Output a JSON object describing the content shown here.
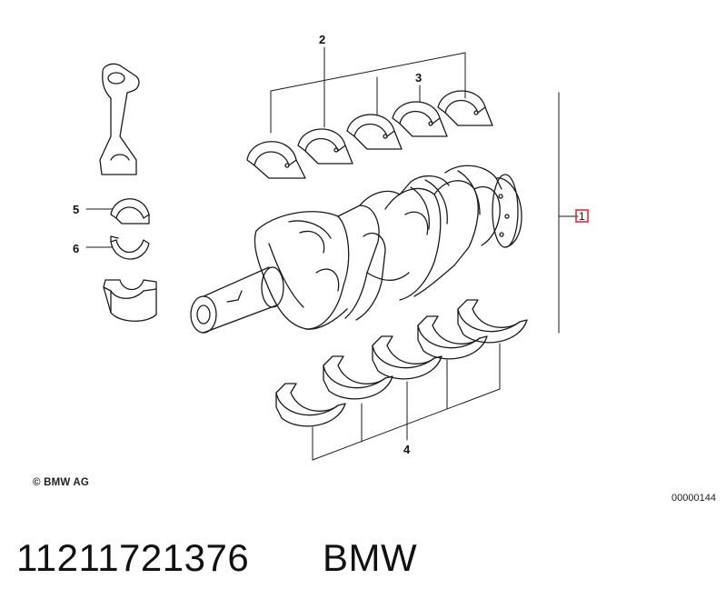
{
  "callouts": {
    "item_1": "1",
    "item_2": "2",
    "item_3": "3",
    "item_4": "4",
    "item_5": "5",
    "item_6": "6"
  },
  "footer": {
    "copyright": "© BMW AG",
    "diagram_id": "00000144"
  },
  "product": {
    "part_number": "11211721376",
    "brand": "BMW"
  },
  "colors": {
    "line": "#1a1a1a",
    "highlight_box": "#e0201b"
  }
}
